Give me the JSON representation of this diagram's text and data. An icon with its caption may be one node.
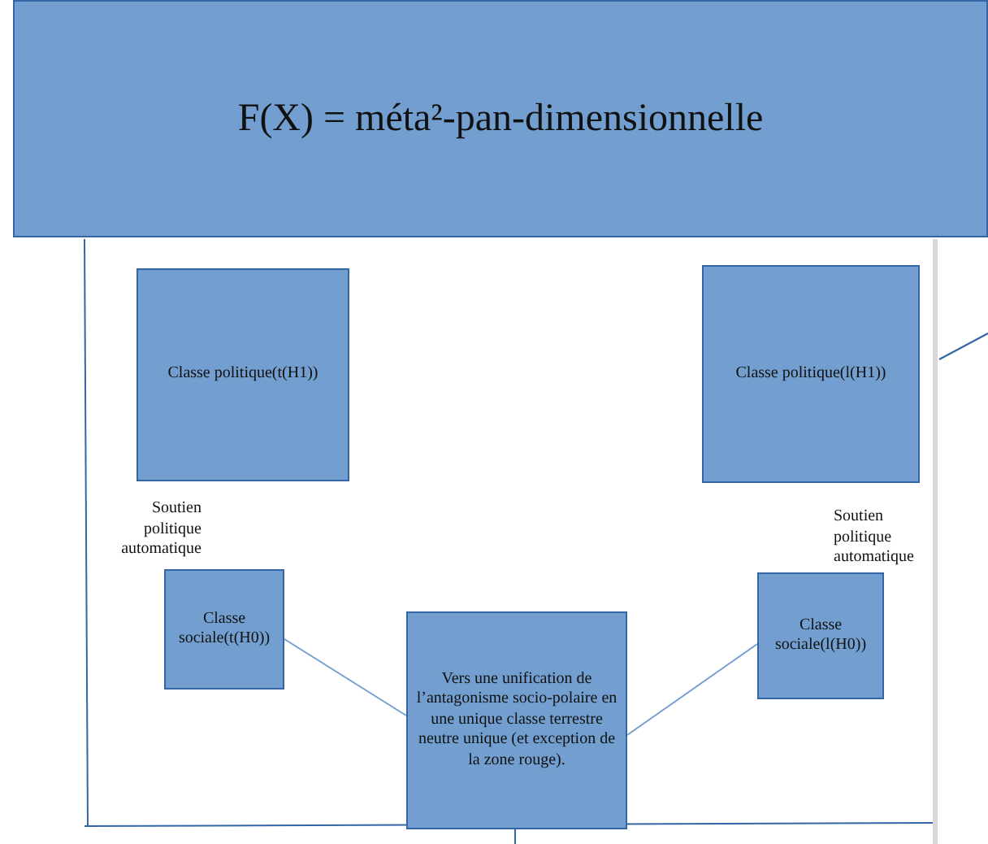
{
  "diagram": {
    "nodes": [
      {
        "text": [
          "F(X) = méta²-pan-dimensionnelle"
        ]
      },
      {
        "text": [
          "Classe politique(t(H1))"
        ]
      },
      {
        "text": [
          "Classe politique(l(H1))"
        ]
      },
      {
        "text": [
          "Classe sociale(t(H0))"
        ]
      },
      {
        "text": [
          "Vers une unification de l’antagonisme socio-polaire en une unique classe terrestre neutre unique (et exception de la zone rouge)."
        ]
      },
      {
        "text": [
          "Classe sociale(l(H0))"
        ]
      }
    ],
    "edges": [
      {
        "from": 3,
        "to": 4,
        "arrow": "none"
      },
      {
        "from": 4,
        "to": 5,
        "arrow": "none"
      }
    ],
    "labels": [
      "Soutien politique automatique",
      "Soutien politique automatique"
    ]
  }
}
